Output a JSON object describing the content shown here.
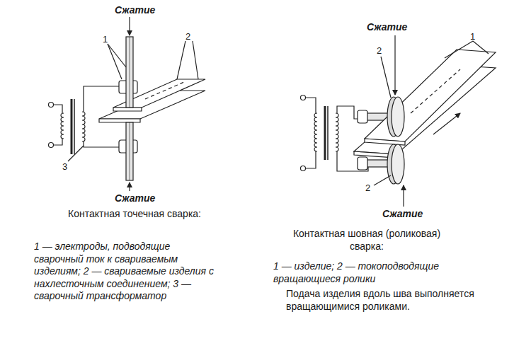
{
  "diagram": {
    "labels": [
      "Сжатие",
      "1",
      "2",
      "3",
      "Сжатие",
      "Контактная точечная сварка:",
      "1 — электроды, подводящие сварочный ток к свариваемым изделиям; 2 — свариваемые изделия с нахлесточным соединением; 3 — сварочный трансформатор",
      "Сжатие",
      "1",
      "2",
      "2",
      "Сжатие",
      "Контактная шовная (роликовая) сварка:",
      "1 — изделие; 2 — токоподводящие вращающиеся ролики",
      "Подача изделия вдоль шва выполняется вращающимися роликами."
    ]
  }
}
